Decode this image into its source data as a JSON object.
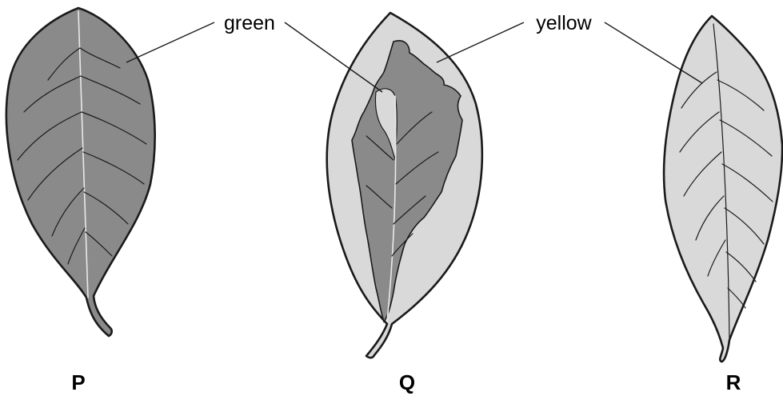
{
  "labels": {
    "green": "green",
    "yellow": "yellow"
  },
  "leaves": [
    {
      "id": "P",
      "letter": "P"
    },
    {
      "id": "Q",
      "letter": "Q"
    },
    {
      "id": "R",
      "letter": "R"
    }
  ],
  "colors": {
    "green_region": "#8a8a8a",
    "yellow_region": "#d9d9d9",
    "outline": "#1a1a1a"
  }
}
